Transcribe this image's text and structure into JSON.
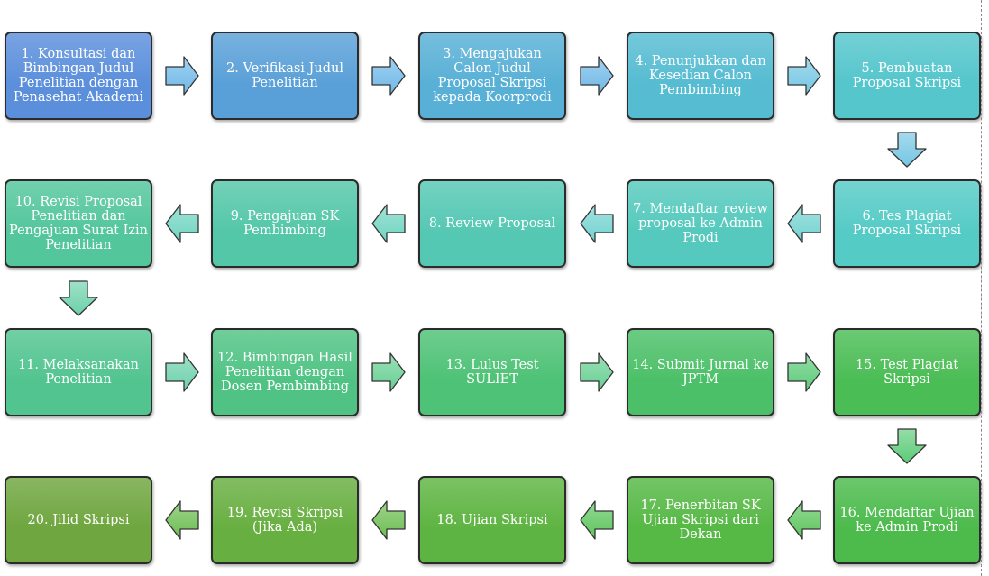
{
  "diagram": {
    "steps": [
      {
        "n": 1,
        "label": "1. Konsultasi dan Bimbingan  Judul Penelitian dengan Penasehat Akademi",
        "color": "#5b8fdc"
      },
      {
        "n": 2,
        "label": "2. Verifikasi Judul Penelitian",
        "color": "#5aa0d8"
      },
      {
        "n": 3,
        "label": "3. Mengajukan Calon Judul Proposal Skripsi kepada Koorprodi",
        "color": "#58b0d6"
      },
      {
        "n": 4,
        "label": "4. Penunjukkan dan Kesedian Calon Pembimbing",
        "color": "#56bcd2"
      },
      {
        "n": 5,
        "label": "5. Pembuatan Proposal Skripsi",
        "color": "#54c6cc"
      },
      {
        "n": 6,
        "label": "6. Tes Plagiat Proposal Skripsi",
        "color": "#55cbc6"
      },
      {
        "n": 7,
        "label": "7. Mendaftar review proposal ke Admin Prodi",
        "color": "#55c9bd"
      },
      {
        "n": 8,
        "label": "8. Review Proposal",
        "color": "#55c8b4"
      },
      {
        "n": 9,
        "label": "9. Pengajuan SK Pembimbing",
        "color": "#54c7a8"
      },
      {
        "n": 10,
        "label": "10. Revisi Proposal Penelitian dan Pengajuan Surat Izin Penelitian",
        "color": "#53c69c"
      },
      {
        "n": 11,
        "label": "11. Melaksanakan Penelitian",
        "color": "#52c490"
      },
      {
        "n": 12,
        "label": "12. Bimbingan Hasil Penelitian dengan Dosen Pembimbing",
        "color": "#50c384"
      },
      {
        "n": 13,
        "label": "13. Lulus Test SULIET",
        "color": "#4ec276"
      },
      {
        "n": 14,
        "label": "14. Submit Jurnal ke JPTM",
        "color": "#4cc068"
      },
      {
        "n": 15,
        "label": "15. Test Plagiat Skripsi",
        "color": "#4bbd55"
      },
      {
        "n": 16,
        "label": "16. Mendaftar Ujian ke Admin Prodi",
        "color": "#4cbb4c"
      },
      {
        "n": 17,
        "label": "17. Penerbitan SK Ujian Skripsi dari Dekan",
        "color": "#56b845"
      },
      {
        "n": 18,
        "label": "18. Ujian Skripsi",
        "color": "#5eb442"
      },
      {
        "n": 19,
        "label": "19. Revisi Skripsi (Jika Ada)",
        "color": "#68af41"
      },
      {
        "n": 20,
        "label": "20. Jilid Skripsi",
        "color": "#6fa63f"
      }
    ],
    "arrow_colors": [
      "#6fb8e8",
      "#74c6e4",
      "#72d2d0",
      "#6ed4c0",
      "#6cd1aa",
      "#66cf92",
      "#5ccb78",
      "#5cc55c",
      "#6cbd50"
    ]
  }
}
